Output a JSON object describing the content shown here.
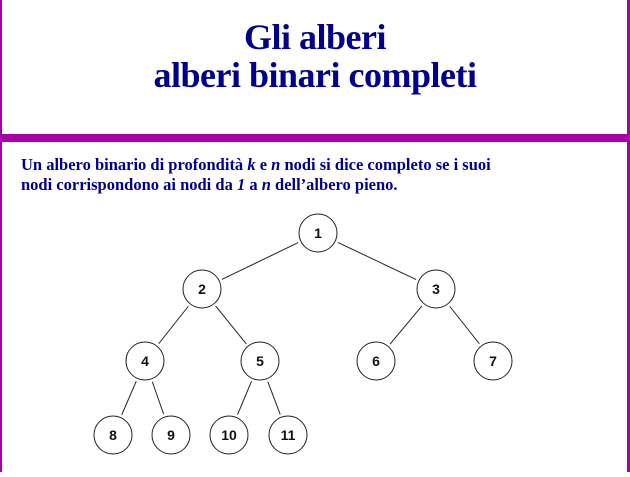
{
  "slide": {
    "title_line1": "Gli alberi",
    "title_line2": "alberi binari completi",
    "text_line1": {
      "a": "Un albero binario di profondità ",
      "k": "k",
      "b": " e ",
      "n": "n",
      "c": " nodi si dice completo se i suoi"
    },
    "text_line2": {
      "a": "nodi corrispondono ai nodi da ",
      "one": "1",
      "b": " a  ",
      "n": "n",
      "c": " dell’albero pieno."
    }
  },
  "colors": {
    "title": "#00008b",
    "accent_bars": "#a800a8",
    "background": "#ffffff"
  },
  "tree": {
    "nodes": [
      {
        "id": 1,
        "label": "1"
      },
      {
        "id": 2,
        "label": "2"
      },
      {
        "id": 3,
        "label": "3"
      },
      {
        "id": 4,
        "label": "4"
      },
      {
        "id": 5,
        "label": "5"
      },
      {
        "id": 6,
        "label": "6"
      },
      {
        "id": 7,
        "label": "7"
      },
      {
        "id": 8,
        "label": "8"
      },
      {
        "id": 9,
        "label": "9"
      },
      {
        "id": 10,
        "label": "10"
      },
      {
        "id": 11,
        "label": "11"
      }
    ],
    "edges": [
      [
        1,
        2
      ],
      [
        1,
        3
      ],
      [
        2,
        4
      ],
      [
        2,
        5
      ],
      [
        3,
        6
      ],
      [
        3,
        7
      ],
      [
        4,
        8
      ],
      [
        4,
        9
      ],
      [
        5,
        10
      ],
      [
        5,
        11
      ]
    ]
  }
}
